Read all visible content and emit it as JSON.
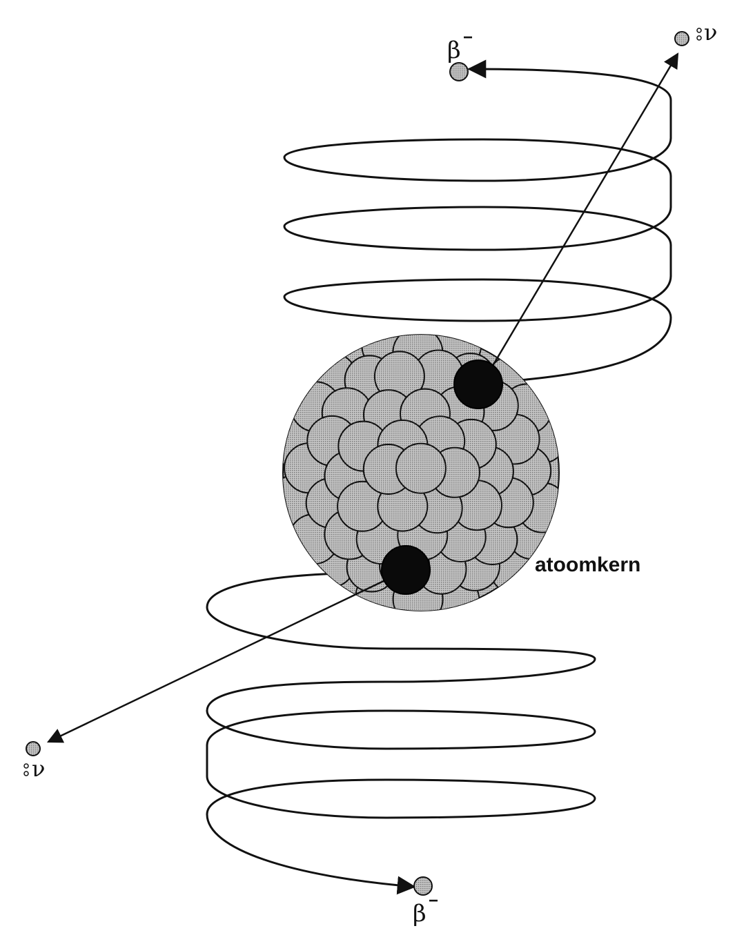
{
  "labels": {
    "nucleus": "atoomkern",
    "beta_top": "β",
    "beta_bottom": "β",
    "beta_charge": "−",
    "neutrino_top": "ν",
    "neutrino_bottom": "ν"
  },
  "colors": {
    "line": "#111111",
    "nucleon_fill": "#b9b9b9",
    "emitting_nucleon": "#0a0a0a",
    "particle_fill": "#9a9a9a"
  },
  "icons": [
    "atomic-nucleus-icon",
    "beta-particle-icon",
    "antineutrino-icon"
  ]
}
